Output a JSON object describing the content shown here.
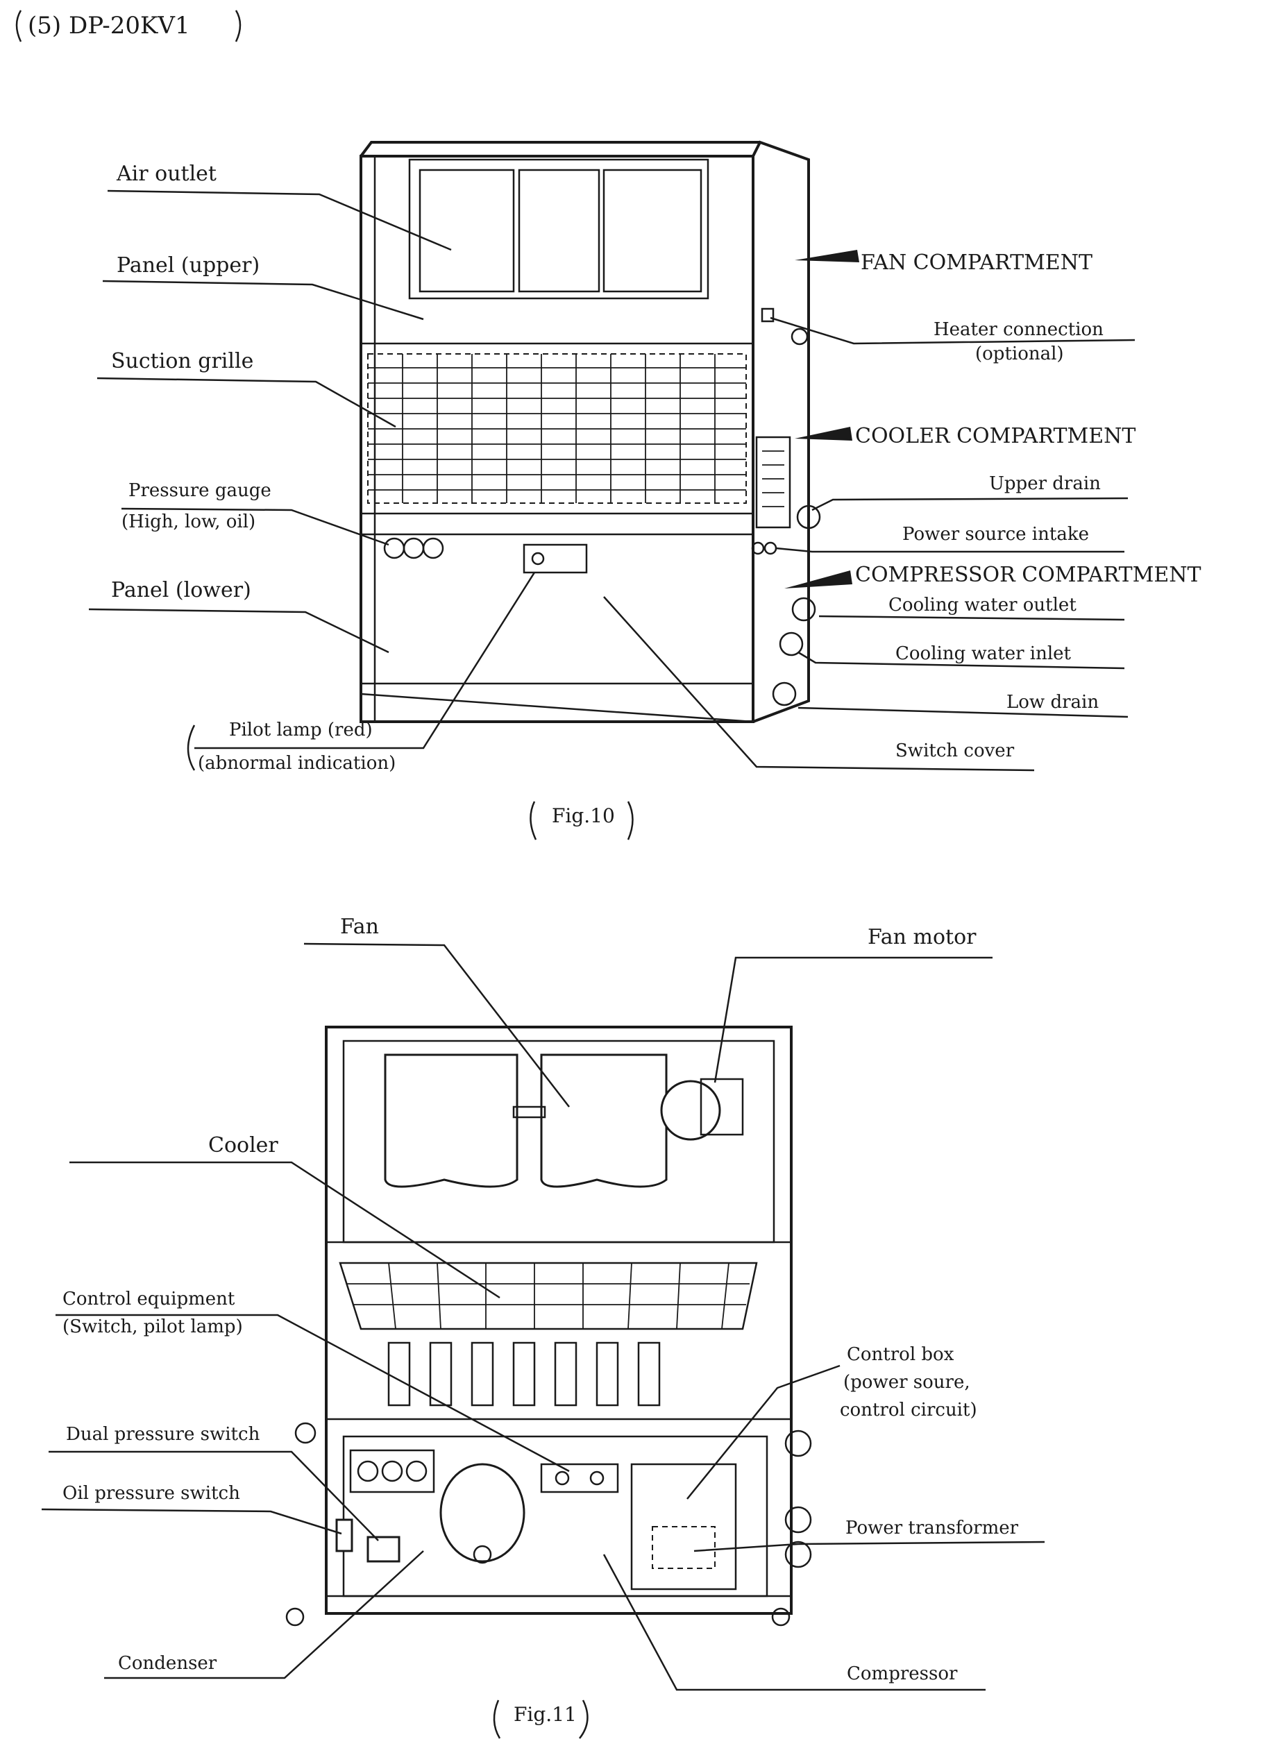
{
  "header": {
    "model": "(5)  DP-20KV1"
  },
  "fig10": {
    "caption": "Fig.10",
    "labels": {
      "air_outlet": "Air outlet",
      "panel_upper": "Panel (upper)",
      "suction_grille": "Suction grille",
      "pressure_gauge": "Pressure gauge",
      "pressure_gauge_sub": "(High, low, oil)",
      "panel_lower": "Panel (lower)",
      "pilot_lamp": "Pilot lamp (red)",
      "pilot_lamp_sub": "(abnormal indication)",
      "fan_compartment": "FAN COMPARTMENT",
      "heater_connection": "Heater connection",
      "heater_connection_sub": "(optional)",
      "cooler_compartment": "COOLER COMPARTMENT",
      "upper_drain": "Upper drain",
      "power_source_intake": "Power source intake",
      "compressor_compartment": "COMPRESSOR COMPARTMENT",
      "cooling_water_outlet": "Cooling water outlet",
      "cooling_water_inlet": "Cooling water inlet",
      "low_drain": "Low drain",
      "switch_cover": "Switch cover"
    }
  },
  "fig11": {
    "caption": "Fig.11",
    "labels": {
      "fan": "Fan",
      "fan_motor": "Fan motor",
      "cooler": "Cooler",
      "control_equipment": "Control equipment",
      "control_equipment_sub": "(Switch, pilot lamp)",
      "dual_pressure_switch": "Dual pressure switch",
      "oil_pressure_switch": "Oil pressure switch",
      "condenser": "Condenser",
      "control_box": "Control box",
      "control_box_sub1": "(power soure,",
      "control_box_sub2": "control circuit)",
      "power_transformer": "Power transformer",
      "compressor": "Compressor"
    }
  }
}
